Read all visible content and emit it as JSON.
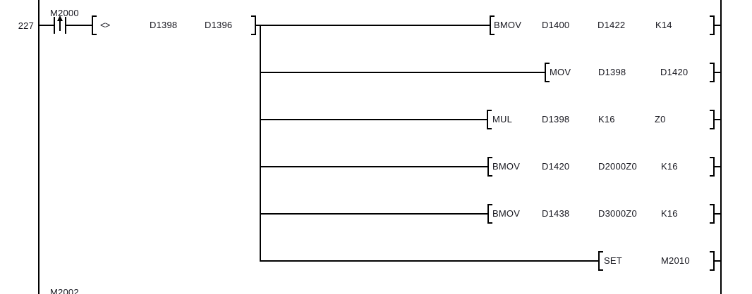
{
  "palette": {
    "background": "#ffffff",
    "wire": "#000000",
    "text": "#17171f"
  },
  "rung": {
    "number": "227",
    "contact": {
      "label": "M2000",
      "type": "rising-edge-pulse"
    },
    "compare": {
      "operator": "<>",
      "operands": [
        "D1398",
        "D1396"
      ]
    },
    "branches": [
      {
        "instruction": "BMOV",
        "operands": [
          "D1400",
          "D1422",
          "K14"
        ]
      },
      {
        "instruction": "MOV",
        "operands": [
          "D1398",
          "D1420"
        ]
      },
      {
        "instruction": "MUL",
        "operands": [
          "D1398",
          "K16",
          "Z0"
        ]
      },
      {
        "instruction": "BMOV",
        "operands": [
          "D1420",
          "D2000Z0",
          "K16"
        ]
      },
      {
        "instruction": "BMOV",
        "operands": [
          "D1438",
          "D3000Z0",
          "K16"
        ]
      },
      {
        "instruction": "SET",
        "operands": [
          "M2010"
        ]
      }
    ],
    "next_rung": {
      "contact_label": "M2002"
    }
  }
}
